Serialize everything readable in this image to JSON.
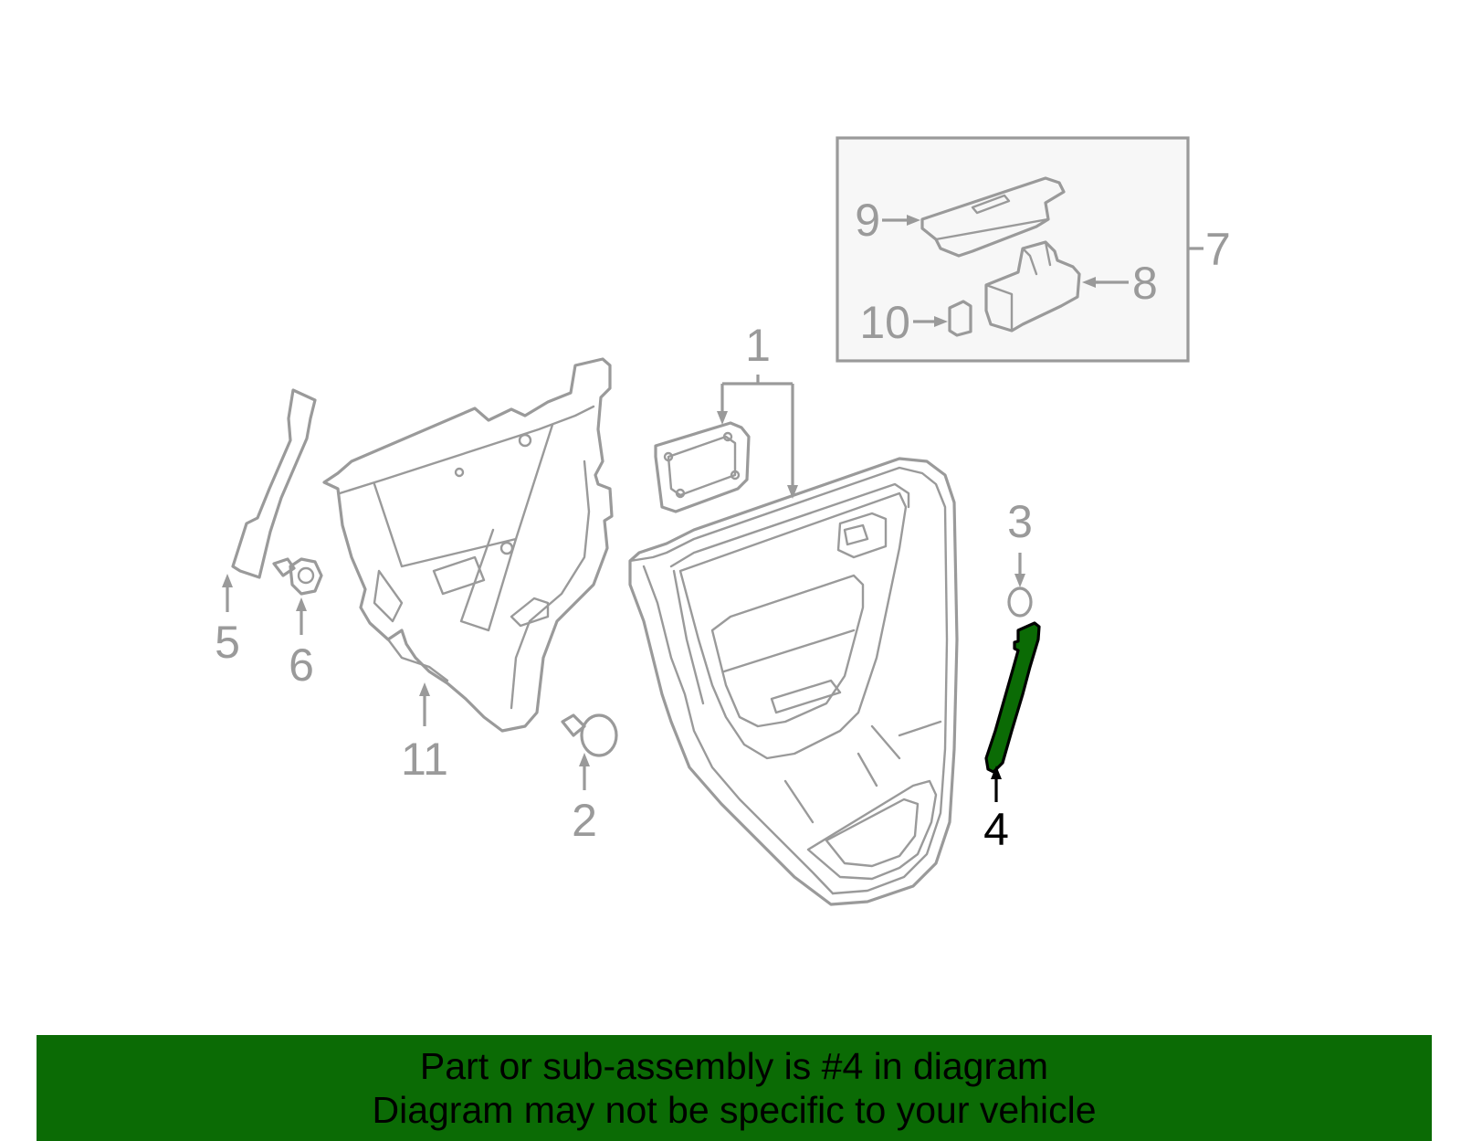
{
  "diagram": {
    "callouts": [
      {
        "id": "1",
        "label": "1"
      },
      {
        "id": "2",
        "label": "2"
      },
      {
        "id": "3",
        "label": "3"
      },
      {
        "id": "4",
        "label": "4"
      },
      {
        "id": "5",
        "label": "5"
      },
      {
        "id": "6",
        "label": "6"
      },
      {
        "id": "7",
        "label": "7"
      },
      {
        "id": "8",
        "label": "8"
      },
      {
        "id": "9",
        "label": "9"
      },
      {
        "id": "10",
        "label": "10"
      },
      {
        "id": "11",
        "label": "11"
      }
    ],
    "highlighted_part": "4",
    "colors": {
      "outline": "#9a9a9a",
      "highlight_fill": "#0b6b05",
      "inset_box_fill": "#f7f7f7",
      "banner_bg": "#0b6b05"
    }
  },
  "banner": {
    "line1": "Part or sub-assembly is #4 in diagram",
    "line2": "Diagram may not be specific to your vehicle"
  }
}
